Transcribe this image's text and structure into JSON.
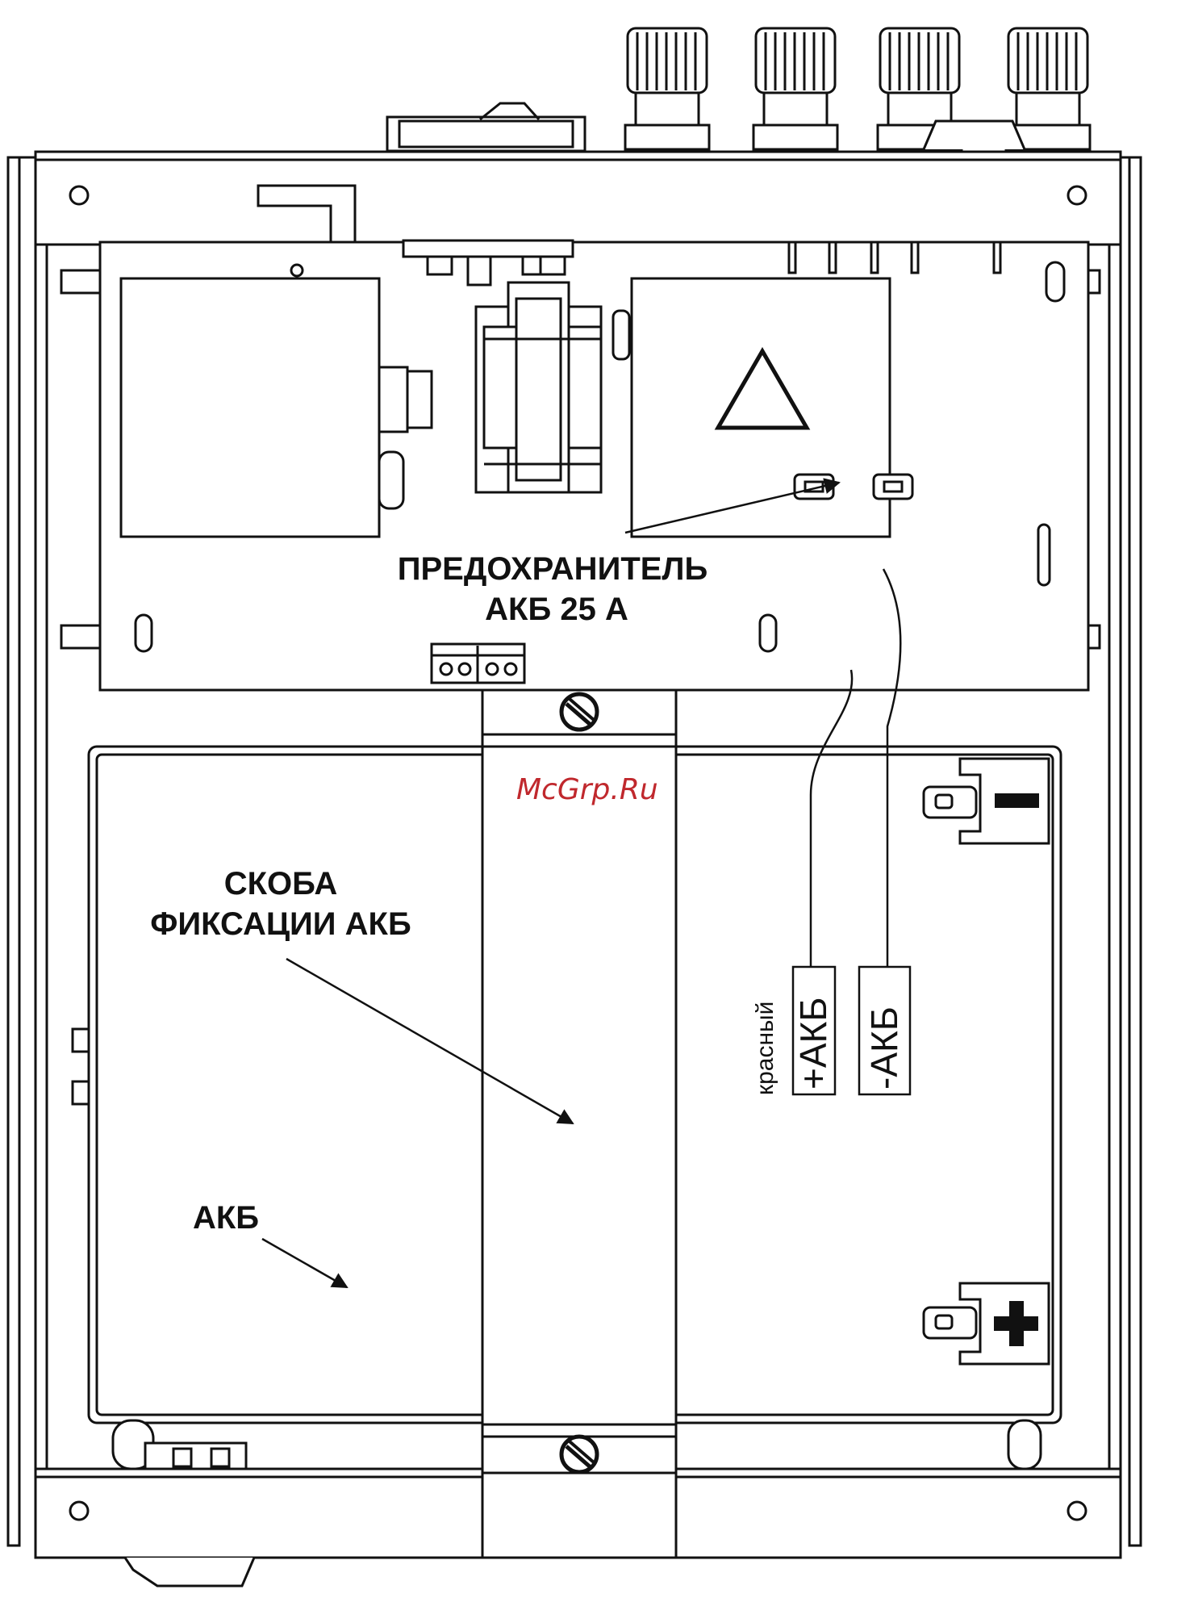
{
  "labels": {
    "fuse_line1": "ПРЕДОХРАНИТЕЛЬ",
    "fuse_line2": "АКБ 25 А",
    "bracket_line1": "СКОБА",
    "bracket_line2": "ФИКСАЦИИ АКБ",
    "battery": "АКБ",
    "wire_color": "красный",
    "plus_akb": "+АКБ",
    "minus_akb": "-АКБ",
    "terminal_minus": "−",
    "terminal_plus": "+"
  },
  "watermark": "McGrp.Ru",
  "colors": {
    "line": "#111111",
    "watermark": "#c0282d",
    "background": "#ffffff"
  }
}
